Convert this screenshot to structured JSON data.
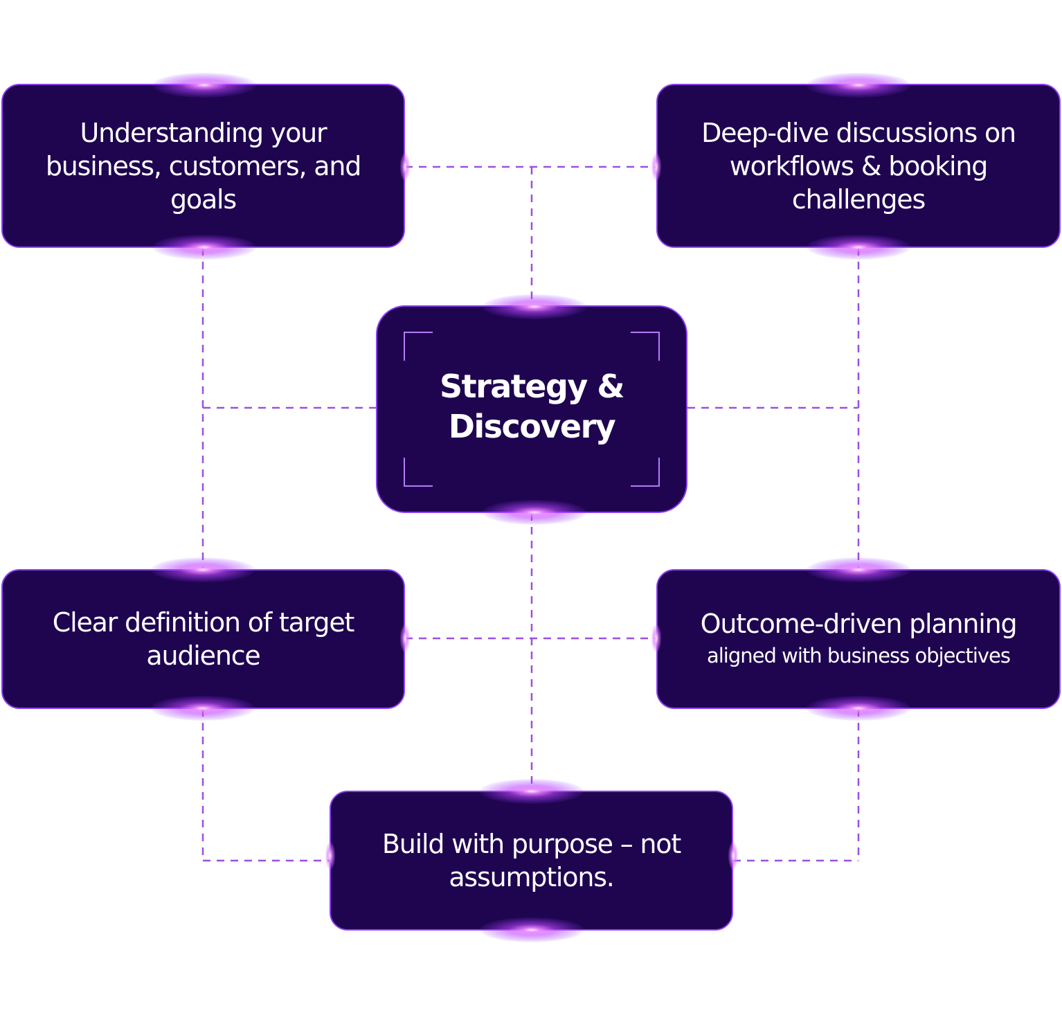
{
  "diagram": {
    "center": {
      "title_line1": "Strategy &",
      "title_line2": "Discovery"
    },
    "nodes": {
      "top_left": {
        "line1": "Understanding your",
        "line2": "business, customers, and",
        "line3": "goals"
      },
      "top_right": {
        "line1": "Deep-dive discussions on",
        "line2": "workflows & booking",
        "line3": "challenges"
      },
      "middle_left": {
        "line1": "Clear definition of target",
        "line2": "audience"
      },
      "middle_right": {
        "line1": "Outcome-driven planning",
        "line2": "aligned with business objectives"
      },
      "bottom": {
        "line1": "Build with purpose – not",
        "line2": "assumptions."
      }
    }
  },
  "colors": {
    "box_fill": "#1f0550",
    "box_border": "#8d3ff2",
    "connector": "#9b4fe0",
    "glow": "#d07cff",
    "corner_brackets": "#b57cf5"
  }
}
